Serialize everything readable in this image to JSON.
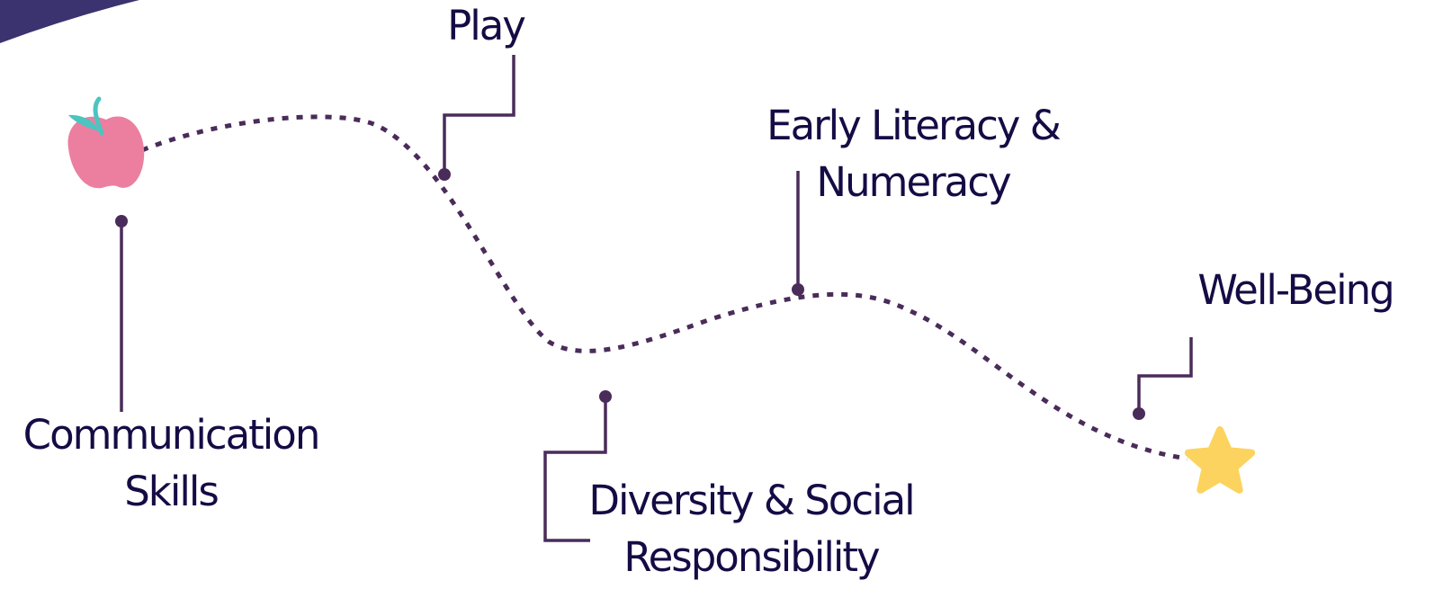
{
  "colors": {
    "text": "#150c45",
    "path": "#4a2c5a",
    "connector": "#4a2c5a",
    "corner_accent": "#3b336f",
    "apple_body": "#ec7f9f",
    "apple_leaf": "#4cc4c0",
    "star": "#fcd35e"
  },
  "icons": {
    "start": "apple-icon",
    "end": "star-icon"
  },
  "milestones": [
    {
      "id": "communication",
      "lines": [
        "Communication",
        "Skills"
      ]
    },
    {
      "id": "play",
      "lines": [
        "Play"
      ]
    },
    {
      "id": "diversity",
      "lines": [
        "Diversity & Social",
        "Responsibility"
      ]
    },
    {
      "id": "literacy",
      "lines": [
        "Early Literacy &",
        "Numeracy"
      ]
    },
    {
      "id": "wellbeing",
      "lines": [
        "Well-Being"
      ]
    }
  ]
}
